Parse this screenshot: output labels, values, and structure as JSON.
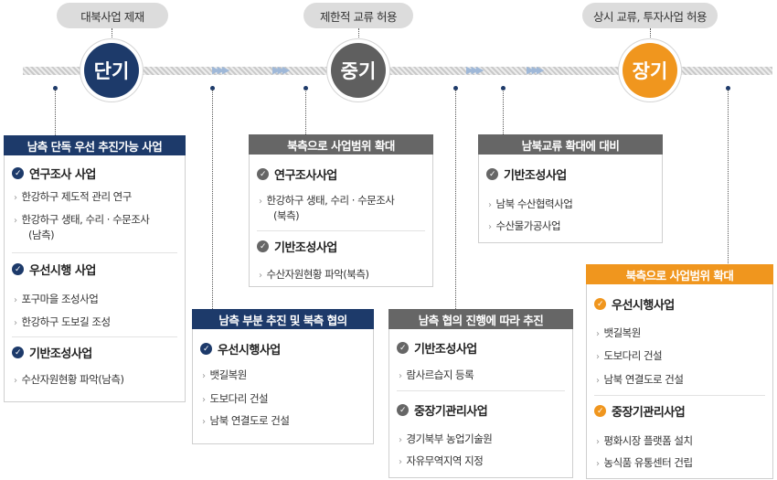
{
  "phases": [
    {
      "label": "단기",
      "tag": "대북사업 제재",
      "color": "#1d3a6a"
    },
    {
      "label": "중기",
      "tag": "제한적 교류 허용",
      "color": "#5f5f5f"
    },
    {
      "label": "장기",
      "tag": "상시 교류, 투자사업 허용",
      "color": "#f0961e"
    }
  ],
  "colors": {
    "navy": "#1d3a6a",
    "gray": "#666666",
    "orange": "#f0961e"
  },
  "boxes": {
    "b1": {
      "title": "남측 단독 우선 추진가능 사업",
      "sections": [
        {
          "heading": "연구조사 사업",
          "items": [
            "한강하구 제도적 관리 연구",
            "한강하구 생태, 수리 · 수문조사",
            "(남측)"
          ]
        },
        {
          "heading": "우선시행 사업",
          "items": [
            "포구마을 조성사업",
            "한강하구 도보길 조성"
          ]
        },
        {
          "heading": "기반조성사업",
          "items": [
            "수산자원현황 파악(남측)"
          ]
        }
      ]
    },
    "b2": {
      "title": "남측 부분 추진 및 북측 협의",
      "sections": [
        {
          "heading": "우선시행사업",
          "items": [
            "뱃길복원",
            "도보다리 건설",
            "남북 연결도로 건설"
          ]
        }
      ]
    },
    "b3": {
      "title": "북측으로 사업범위 확대",
      "sections": [
        {
          "heading": "연구조사사업",
          "items": [
            "한강하구 생태, 수리 · 수문조사",
            "(북측)"
          ]
        },
        {
          "heading": "기반조성사업",
          "items": [
            "수산자원현황 파악(북측)"
          ]
        }
      ]
    },
    "b4": {
      "title": "남측 협의 진행에 따라 추진",
      "sections": [
        {
          "heading": "기반조성사업",
          "items": [
            "람사르습지 등록"
          ]
        },
        {
          "heading": "중장기관리사업",
          "items": [
            "경기북부 농업기술원",
            "자유무역지역 지정"
          ]
        }
      ]
    },
    "b5": {
      "title": "남북교류 확대에 대비",
      "sections": [
        {
          "heading": "기반조성사업",
          "items": [
            "남북 수산협력사업",
            "수산물가공사업"
          ]
        }
      ]
    },
    "b6": {
      "title": "북측으로 사업범위 확대",
      "sections": [
        {
          "heading": "우선시행사업",
          "items": [
            "뱃길복원",
            "도보다리 건설",
            "남북 연결도로 건설"
          ]
        },
        {
          "heading": "중장기관리사업",
          "items": [
            "평화시장 플랫폼 설치",
            "농식품 유통센터 건립"
          ]
        }
      ]
    }
  }
}
